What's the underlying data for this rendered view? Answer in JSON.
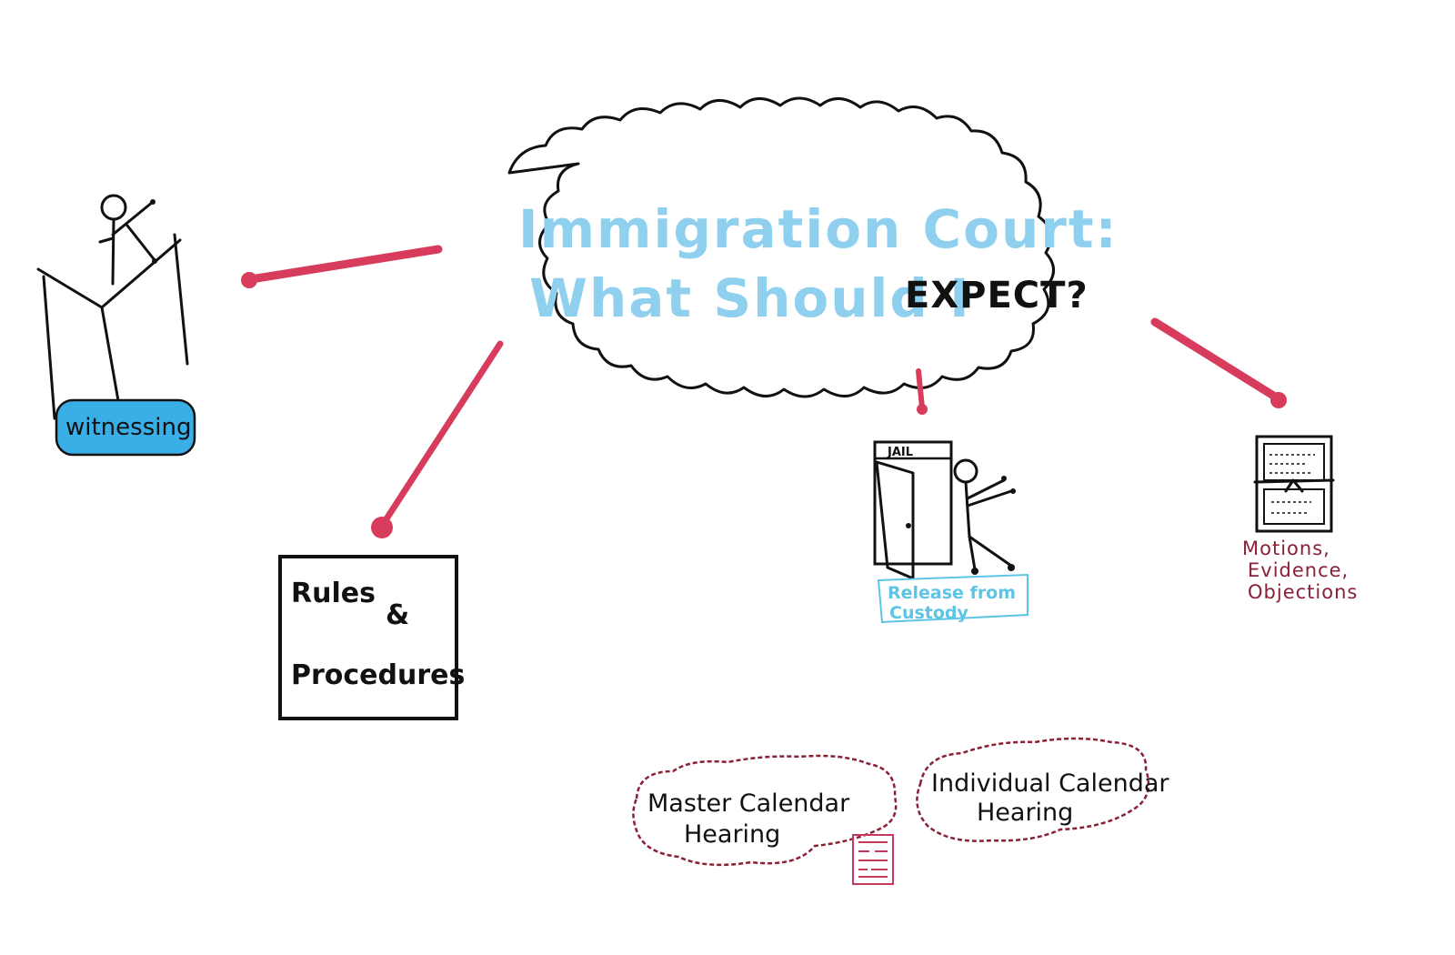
{
  "title": {
    "line1": "Immigration Court:",
    "line2_blue": "What Should I",
    "line2_black": "EXPECT?"
  },
  "nodes": {
    "witnessing": "witnessing",
    "rules_line1": "Rules",
    "rules_amp": "&",
    "rules_line2": "Procedures",
    "release_line1": "Release from",
    "release_line2": "Custody",
    "jail_sign": "JAIL",
    "motions_line1": "Motions,",
    "motions_line2": "Evidence,",
    "motions_line3": "Objections",
    "master_line1": "Master Calendar",
    "master_line2": "Hearing",
    "individual_line1": "Individual Calendar",
    "individual_line2": "Hearing"
  },
  "colors": {
    "connector": "#d83c5c",
    "title_blue": "#8fd0ee",
    "highlight_blue": "#3aaee6",
    "cyan_text": "#5cc4e4",
    "maroon": "#8a2036",
    "ink": "#111111"
  },
  "icons": [
    "stick-figure-witness-icon",
    "jail-door-icon",
    "document-stack-icon",
    "stamp-seal-icon"
  ]
}
